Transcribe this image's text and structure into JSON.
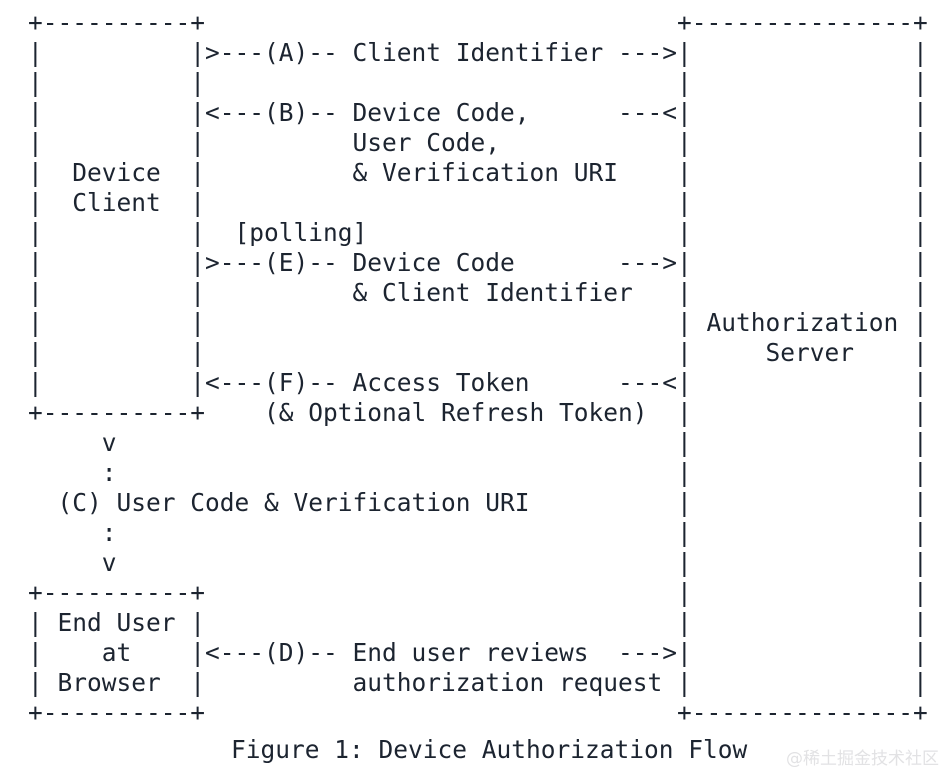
{
  "document": {
    "type": "ascii-art-diagram",
    "title": "Device Authorization Flow",
    "background_color": "#ffffff",
    "text_color": "#1c2430",
    "watermark_color": "#e2e2e4"
  },
  "diagram": {
    "ascii": "+----------+                                +---------------+\n|          |>---(A)-- Client Identifier --->|               |\n|          |                                |               |\n|          |<---(B)-- Device Code,      ---<|               |\n|          |          User Code,            |               |\n|  Device  |          & Verification URI    |               |\n|  Client  |                                |               |\n|          |  [polling]                     |               |\n|          |>---(E)-- Device Code       --->|               |\n|          |          & Client Identifier   |               |\n|          |                                | Authorization |\n|          |                                |     Server    |\n|          |<---(F)-- Access Token      ---<|               |\n+----------+    (& Optional Refresh Token)  |               |\n     v                                      |               |\n     :                                      |               |\n  (C) User Code & Verification URI          |               |\n     :                                      |               |\n     v                                      |               |\n+----------+                                |               |\n| End User |                                |               |\n|    at    |<---(D)-- End user reviews  --->|               |\n| Browser  |          authorization request |               |\n+----------+                                +---------------+",
    "lines": [
      "+----------+                                +---------------+",
      "|          |>---(A)-- Client Identifier --->|               |",
      "|          |                                |               |",
      "|          |<---(B)-- Device Code,      ---<|               |",
      "|          |          User Code,            |               |",
      "|  Device  |          & Verification URI    |               |",
      "|  Client  |                                |               |",
      "|          |  [polling]                     |               |",
      "|          |>---(E)-- Device Code       --->|               |",
      "|          |          & Client Identifier   |               |",
      "|          |                                | Authorization |",
      "|          |                                |     Server    |",
      "|          |<---(F)-- Access Token      ---<|               |",
      "+----------+    (& Optional Refresh Token)  |               |",
      "     v                                      |               |",
      "     :                                      |               |",
      "  (C) User Code & Verification URI          |               |",
      "     :                                      |               |",
      "     v                                      |               |",
      "+----------+                                |               |",
      "| End User |                                |               |",
      "|    at    |<---(D)-- End user reviews  --->|               |",
      "| Browser  |          authorization request |               |",
      "+----------+                                +---------------+"
    ],
    "actors": [
      {
        "id": "device-client",
        "label_line_1": "Device",
        "label_line_2": "Client"
      },
      {
        "id": "authorization-server",
        "label_line_1": "Authorization",
        "label_line_2": "Server"
      },
      {
        "id": "end-user-browser",
        "label_line_1": "End User",
        "label_line_2": "at",
        "label_line_3": "Browser"
      }
    ],
    "steps": [
      {
        "id": "A",
        "direction": "device-client-to-authorization-server",
        "arrow": ">--->",
        "label": "Client Identifier"
      },
      {
        "id": "B",
        "direction": "authorization-server-to-device-client",
        "arrow": "<---<",
        "label": "Device Code, User Code, & Verification URI"
      },
      {
        "id": "C",
        "direction": "device-client-to-end-user-browser",
        "arrow": "v : v",
        "label": "User Code & Verification URI"
      },
      {
        "id": "D",
        "direction": "end-user-browser-to-authorization-server",
        "arrow": "<--->",
        "label": "End user reviews authorization request"
      },
      {
        "id": "E",
        "direction": "device-client-to-authorization-server",
        "arrow": ">--->",
        "label": "Device Code & Client Identifier"
      },
      {
        "id": "F",
        "direction": "authorization-server-to-device-client",
        "arrow": "<---<",
        "label": "Access Token (& Optional Refresh Token)"
      }
    ],
    "annotations": [
      {
        "id": "polling",
        "text": "[polling]"
      }
    ]
  },
  "caption": {
    "text": "Figure 1: Device Authorization Flow",
    "figure_number": "1",
    "figure_title": "Device Authorization Flow"
  },
  "watermark": {
    "text": "@稀土掘金技术社区"
  }
}
